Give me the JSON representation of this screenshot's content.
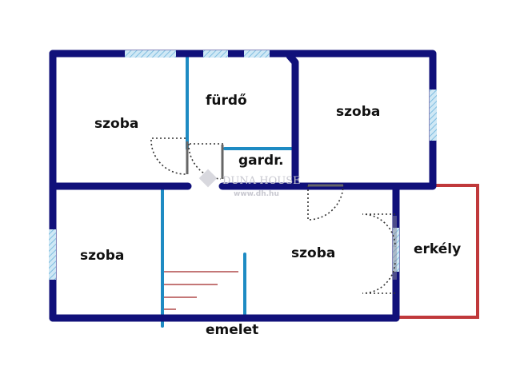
{
  "rooms": {
    "room_top_left": "szoba",
    "bathroom": "fürdő",
    "wardrobe": "gardr.",
    "room_top_right": "szoba",
    "room_bottom_left": "szoba",
    "room_bottom_center": "szoba",
    "balcony": "erkély",
    "upstairs": "emelet"
  },
  "watermark": {
    "brand": "DUNA HOUSE",
    "url": "www.dh.hu"
  },
  "colors": {
    "wall": "#10107a",
    "partition": "#1e8bc3",
    "balcony": "#c0393b",
    "stairs": "#b04a4a",
    "window": "#9fd0e8"
  }
}
